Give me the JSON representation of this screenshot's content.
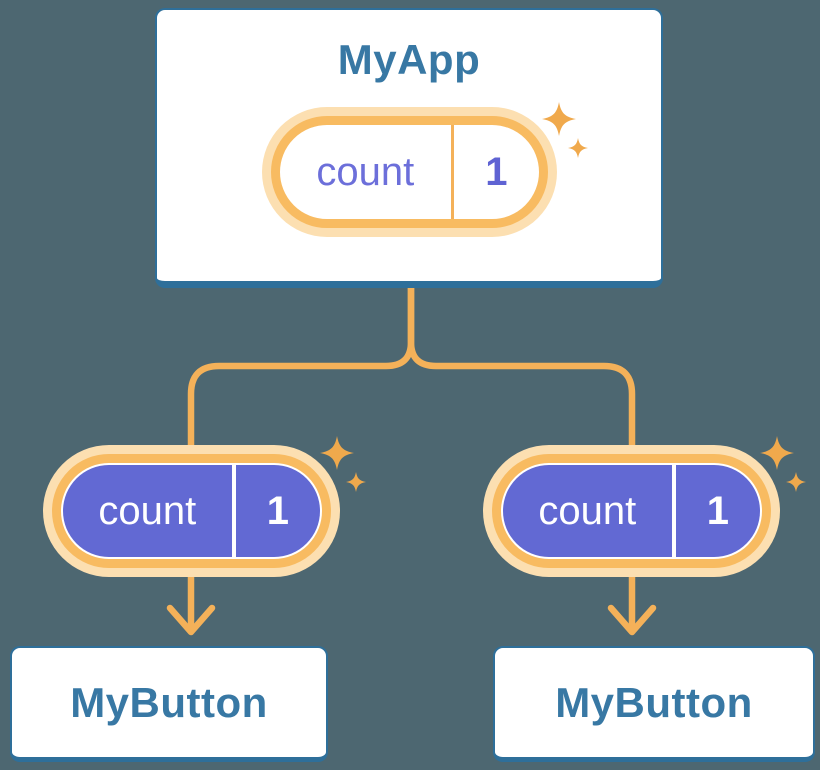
{
  "colors": {
    "background": "#4D6771",
    "card-bg": "#FFFFFF",
    "card-border": "#2E6F9A",
    "heading-text": "#3878A4",
    "line-orange": "#F4B159",
    "ring-orange": "#F8BB61",
    "glow-orange": "#FCDFB1",
    "sparkle-orange": "#F0A94C",
    "pill-purple": "#6269D3",
    "pill-label-purple": "#6C6FDA",
    "pill-value-purple": "#5F63D3",
    "pill-text-white": "#FFFFFF"
  },
  "tree": {
    "root": {
      "title": "MyApp",
      "state": {
        "label": "count",
        "value": "1"
      }
    },
    "children": [
      {
        "title": "MyButton",
        "state": {
          "label": "count",
          "value": "1"
        }
      },
      {
        "title": "MyButton",
        "state": {
          "label": "count",
          "value": "1"
        }
      }
    ]
  }
}
